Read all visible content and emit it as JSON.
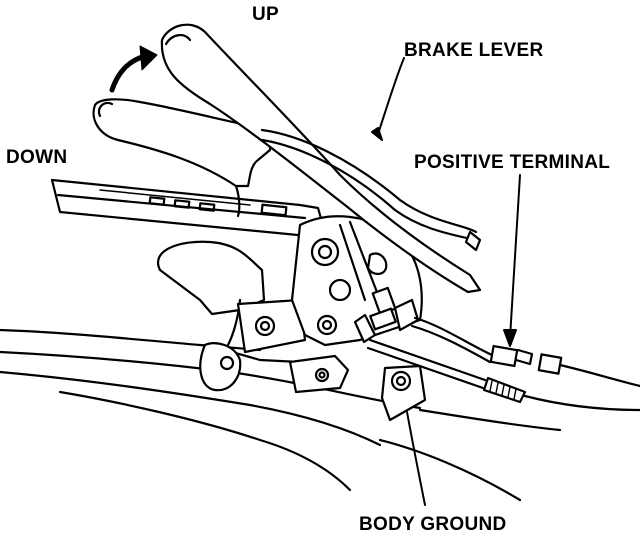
{
  "labels": {
    "up": "UP",
    "brake_lever": "BRAKE LEVER",
    "down": "DOWN",
    "positive_terminal": "POSITIVE TERMINAL",
    "body_ground": "BODY GROUND"
  },
  "colors": {
    "ink": "#000000",
    "paper": "#ffffff"
  }
}
